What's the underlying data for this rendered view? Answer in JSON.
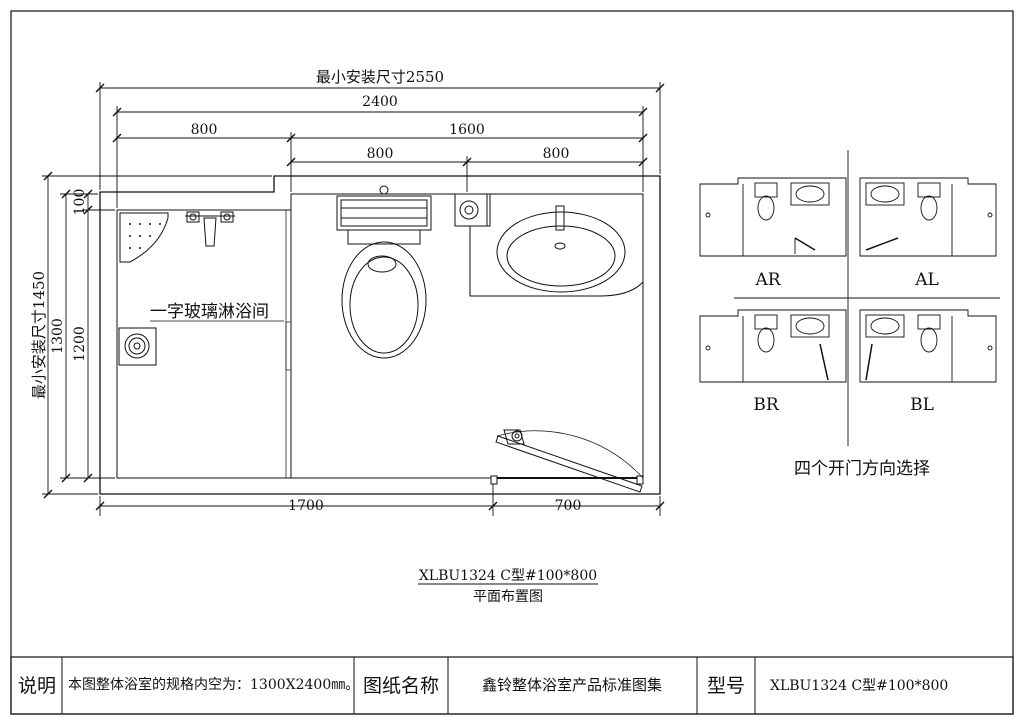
{
  "plan": {
    "dims": {
      "min_install_width": "最小安装尺寸2550",
      "inner_width": "2400",
      "left_zone": "800",
      "right_zone": "1600",
      "toilet_zone": "800",
      "basin_zone": "800",
      "bottom_left": "1700",
      "bottom_right": "700",
      "min_install_height": "最小安装尺寸1450",
      "inner_height": "1300",
      "height_1200": "1200",
      "step_100": "100"
    },
    "shower_label": "一字玻璃淋浴间",
    "title": "XLBU1324 C型#100*800",
    "subtitle": "平面布置图"
  },
  "options": {
    "labels": [
      "AR",
      "AL",
      "BR",
      "BL"
    ],
    "caption": "四个开门方向选择"
  },
  "title_block": {
    "note_label": "说明",
    "note_text": "本图整体浴室的规格内空为：1300X2400㎜。",
    "drawing_name_label": "图纸名称",
    "drawing_name": "鑫铃整体浴室产品标准图集",
    "model_label": "型号",
    "model": "XLBU1324 C型#100*800"
  }
}
